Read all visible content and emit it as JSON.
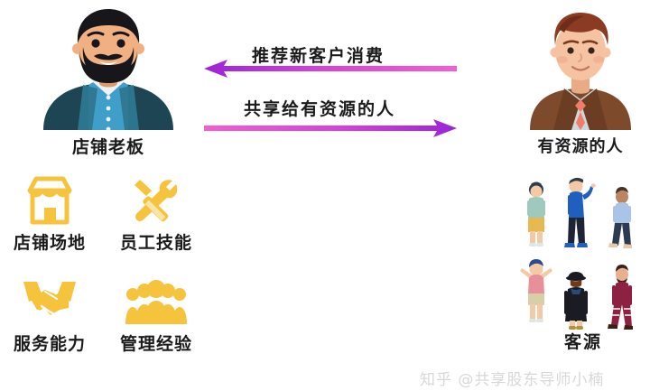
{
  "left_actor": {
    "caption": "店铺老板",
    "icon": "shop-owner-avatar",
    "colors": {
      "jacket": "#1d4554",
      "shirt": "#3f9fc8",
      "collar": "#eef2f5",
      "hair": "#17171b",
      "skin": "#f0b082"
    }
  },
  "right_actor": {
    "caption": "有资源的人",
    "icon": "resourceful-person-avatar",
    "colors": {
      "suit": "#7d4a2c",
      "shirt": "#cfd6dc",
      "tie": "#ef7d68",
      "hair": "#8a3b22",
      "skin": "#f6c3a2"
    }
  },
  "arrows": {
    "top": {
      "label": "推荐新客户消费",
      "direction": "left",
      "color_head": "#9b23d6",
      "color_tail": "#f25fd3"
    },
    "bottom": {
      "label": "共享给有资源的人",
      "direction": "right",
      "color_head": "#9b23d6",
      "color_tail": "#f25fd3"
    }
  },
  "assets": {
    "accent_color": "#f6c33d",
    "items": [
      {
        "label": "店铺场地",
        "icon": "store-icon"
      },
      {
        "label": "员工技能",
        "icon": "tools-icon"
      },
      {
        "label": "服务能力",
        "icon": "handshake-icon"
      },
      {
        "label": "管理经验",
        "icon": "people-group-icon"
      }
    ]
  },
  "crowd": {
    "caption": "客源",
    "icon": "crowd-illustration",
    "figures": [
      {
        "name": "figure-teen-green",
        "top": "#9fc9bd",
        "bottom": "#e8b94e",
        "hair": "#2f3b4b",
        "skin": "#f3c9a6"
      },
      {
        "name": "figure-man-blue",
        "top": "#1f5fc0",
        "bottom": "#1d2433",
        "hair": "#2f3b4b",
        "skin": "#f3c9a6"
      },
      {
        "name": "figure-man-lightblue",
        "top": "#a9c4e6",
        "bottom": "#2d3b52",
        "hair": "#4a3326",
        "skin": "#b98660"
      },
      {
        "name": "figure-kid-pink",
        "top": "#e8909a",
        "bottom": "#d8cfa8",
        "hair": "#2a4b8d",
        "skin": "#f3c9a6"
      },
      {
        "name": "figure-woman-black",
        "top": "#1b1b24",
        "bottom": "#1b1b24",
        "hair": "#6b3a1f",
        "skin": "#f3c9a6"
      },
      {
        "name": "figure-man-maroon",
        "top": "#8c2142",
        "bottom": "#8c2142",
        "hair": "#3a2118",
        "skin": "#e8b090"
      }
    ]
  },
  "watermark": {
    "text": "知乎 @共享股东导师小楠"
  }
}
